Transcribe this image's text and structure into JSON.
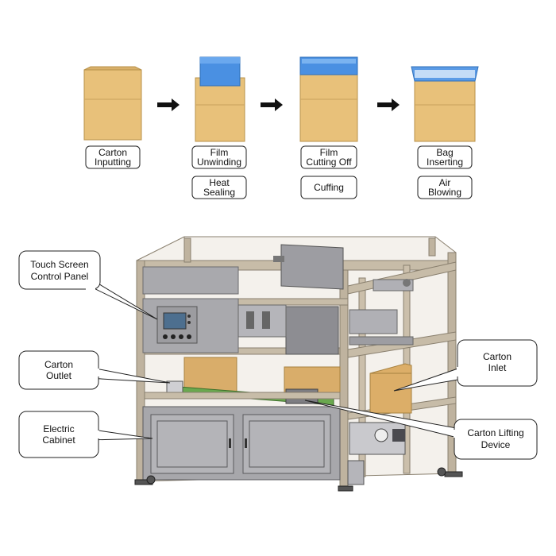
{
  "process": {
    "steps": [
      {
        "label_1": "Carton",
        "label_2": "Inputting"
      },
      {
        "label_1": "Film",
        "label_2": "Unwinding",
        "sub_1": "Heat",
        "sub_2": "Sealing"
      },
      {
        "label_1": "Film",
        "label_2": "Cutting Off",
        "sub_1": "Cuffing"
      },
      {
        "label_1": "Bag",
        "label_2": "Inserting",
        "sub_1": "Air",
        "sub_2": "Blowing"
      }
    ]
  },
  "machine": {
    "callouts": {
      "touch_screen_1": "Touch Screen",
      "touch_screen_2": "Control Panel",
      "carton_outlet_1": "Carton",
      "carton_outlet_2": "Outlet",
      "electric_cabinet_1": "Electric",
      "electric_cabinet_2": "Cabinet",
      "carton_inlet_1": "Carton",
      "carton_inlet_2": "Inlet",
      "carton_lifting_1": "Carton Lifting",
      "carton_lifting_2": "Device"
    }
  },
  "colors": {
    "carton": "#e8c17a",
    "carton_edge": "#b8924a",
    "film": "#4a90e2",
    "frame": "#bfb39f",
    "panel": "#a9a9ad"
  }
}
